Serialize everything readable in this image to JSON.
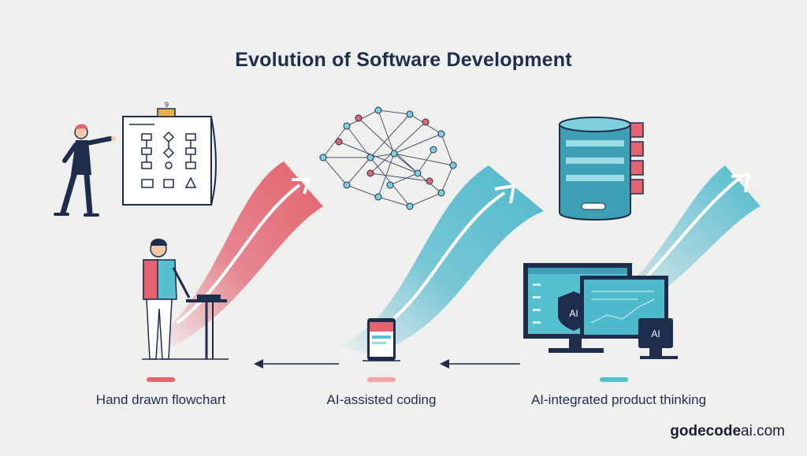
{
  "title": "Evolution of Software Development",
  "stages": [
    {
      "label": "Hand drawn flowchart",
      "accent": "#e3636f"
    },
    {
      "label": "AI-assisted coding",
      "accent": "#f0a4a8"
    },
    {
      "label": "AI-integrated product thinking",
      "accent": "#56bfd0"
    }
  ],
  "icons": {
    "monitor_badge": "AI",
    "tablet_badge": "AI"
  },
  "brand": {
    "strong": "godecode",
    "rest": "ai.com"
  },
  "colors": {
    "navy": "#1f2d4d",
    "coral": "#e3636f",
    "teal": "#4fb9cc",
    "background": "#efefee"
  }
}
